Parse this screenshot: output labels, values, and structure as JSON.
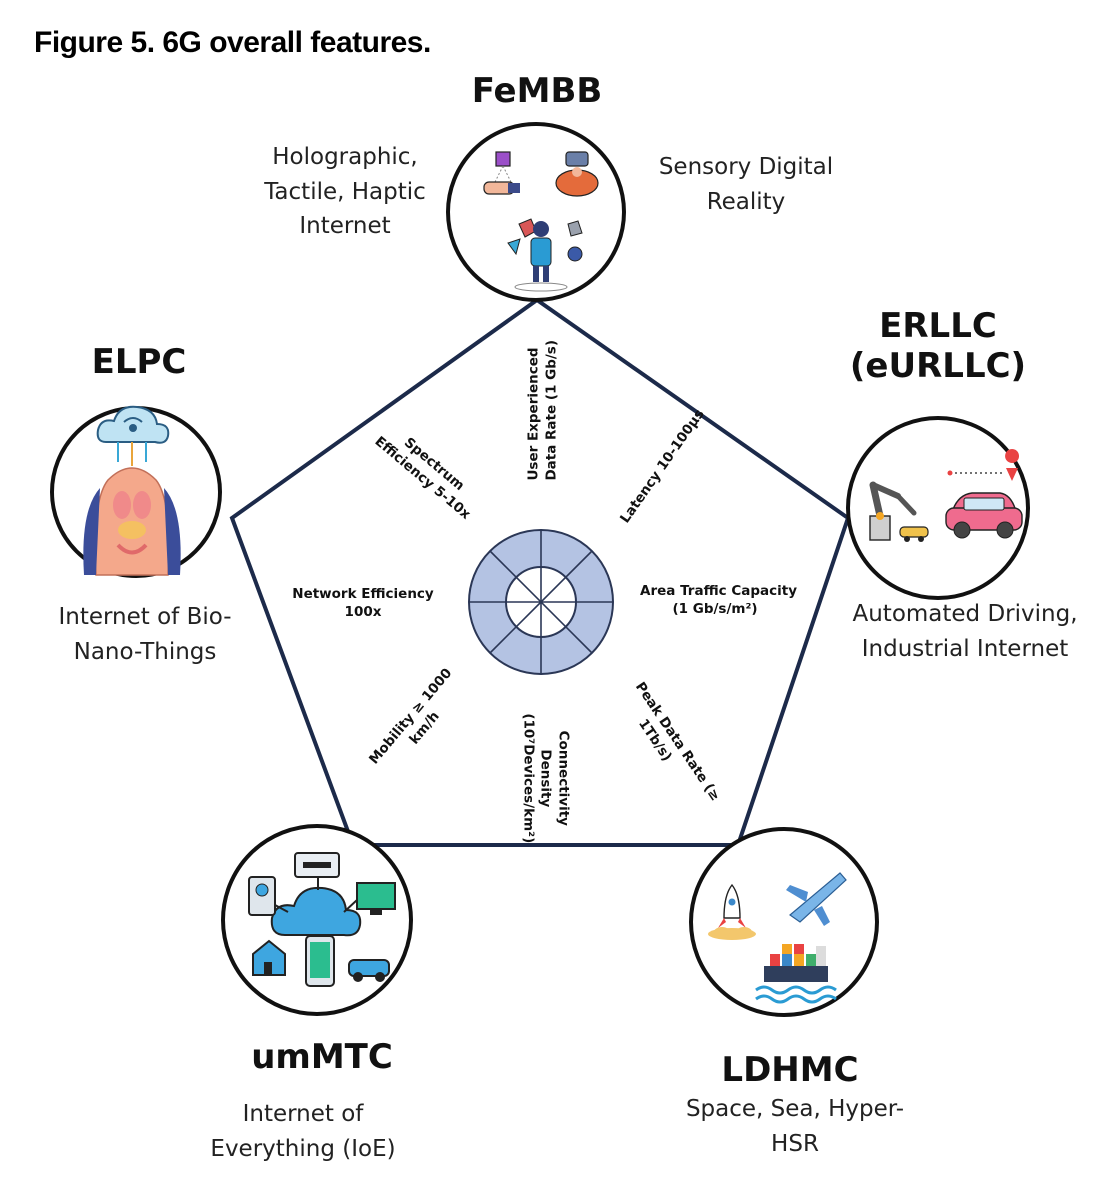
{
  "title": "Figure 5. 6G overall features.",
  "center_wheel": {
    "segments": 8
  },
  "nodes": {
    "top": {
      "name": "FeMBB",
      "desc_left": [
        "Holographic,",
        "Tactile, Haptic",
        "Internet"
      ],
      "desc_right": [
        "Sensory Digital",
        "Reality"
      ],
      "icon": "vr-holographic-icon"
    },
    "right": {
      "name": [
        "ERLLC",
        "(eURLLC)"
      ],
      "desc": [
        "Automated Driving,",
        "Industrial Internet"
      ],
      "icon": "robot-arm-car-icon"
    },
    "bottom_right": {
      "name": "LDHMC",
      "desc": [
        "Space, Sea, Hyper-",
        "HSR"
      ],
      "icon": "rocket-plane-ship-icon"
    },
    "bottom_left": {
      "name": "umMTC",
      "desc": [
        "Internet of",
        "Everything (IoE)"
      ],
      "icon": "cloud-devices-icon"
    },
    "left": {
      "name": "ELPC",
      "desc": [
        "Internet of Bio-",
        "Nano-Things"
      ],
      "icon": "body-cloud-icon"
    }
  },
  "kpis": {
    "user_rate": [
      "User Experienced",
      "Data Rate (1 Gb/s)"
    ],
    "latency": [
      "Latency 10-100µs"
    ],
    "area_traffic": [
      "Area Traffic Capacity",
      "(1 Gb/s/m²)"
    ],
    "peak_rate": [
      "Peak Data Rate (≥",
      "1Tb/s)"
    ],
    "connectivity": [
      "Connectivity",
      "Density",
      "(10⁷Devices/km²)"
    ],
    "mobility": [
      "Mobility ≥ 1000",
      "km/h"
    ],
    "network_eff": [
      "Network Efficiency",
      "100x"
    ],
    "spectrum": [
      "Spectrum",
      "Efficiency 5-10x"
    ]
  },
  "colors": {
    "outline": "#1c2a4a",
    "wheel_fill": "#b4c3e3",
    "wheel_stroke": "#2b3756"
  }
}
